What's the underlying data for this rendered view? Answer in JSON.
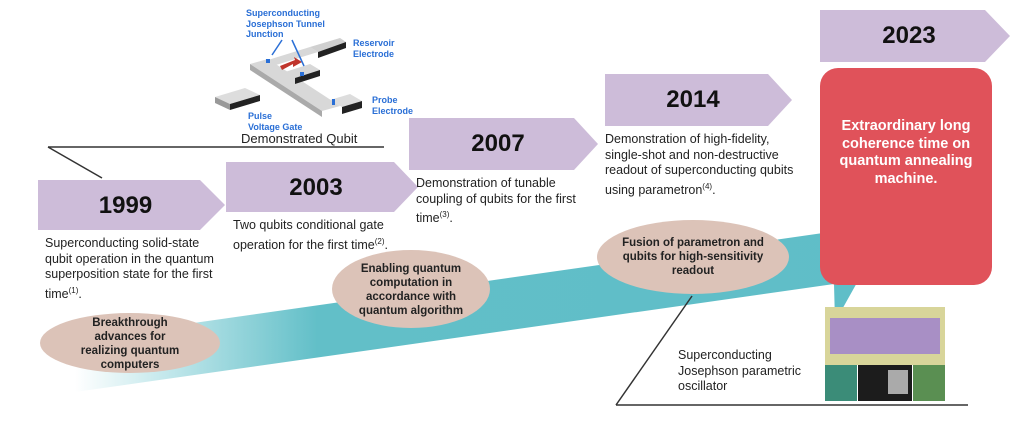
{
  "colors": {
    "chevron": "#cdbcd9",
    "arrow_band": "#62bfc8",
    "oval": "#dcc3b8",
    "highlight_box": "#e0525a",
    "label_blue": "#2a6fd6"
  },
  "qubit_figure": {
    "labels": {
      "junction": "Superconducting Josephson Tunnel Junction",
      "junction_lines": [
        "Superconducting",
        "Josephson Tunnel",
        "Junction"
      ],
      "reservoir_lines": [
        "Reservoir",
        "Electrode"
      ],
      "probe_lines": [
        "Probe",
        "Electrode"
      ],
      "pulse_lines": [
        "Pulse",
        "Voltage Gate"
      ]
    },
    "caption": "Demonstrated Qubit"
  },
  "milestones": [
    {
      "year": "1999",
      "description": "Superconducting solid-state qubit operation in the quantum superposition state for the first time",
      "ref": "(1)"
    },
    {
      "year": "2003",
      "description": "Two qubits conditional gate operation for the first time",
      "ref": "(2)"
    },
    {
      "year": "2007",
      "description": "Demonstration of tunable coupling of qubits for the first time",
      "ref": "(3)"
    },
    {
      "year": "2014",
      "description": "Demonstration of high-fidelity, single-shot and non-destructive readout of superconducting qubits using parametron",
      "ref": "(4)"
    },
    {
      "year": "2023",
      "description": "Extraordinary long coherence time on quantum annealing machine."
    }
  ],
  "themes": [
    "Breakthrough advances for realizing quantum computers",
    "Enabling quantum computation in accordance with quantum algorithm",
    "Fusion of parametron and qubits for high-sensitivity readout"
  ],
  "oscillator_figure": {
    "caption": "Superconducting Josephson parametric oscillator"
  }
}
